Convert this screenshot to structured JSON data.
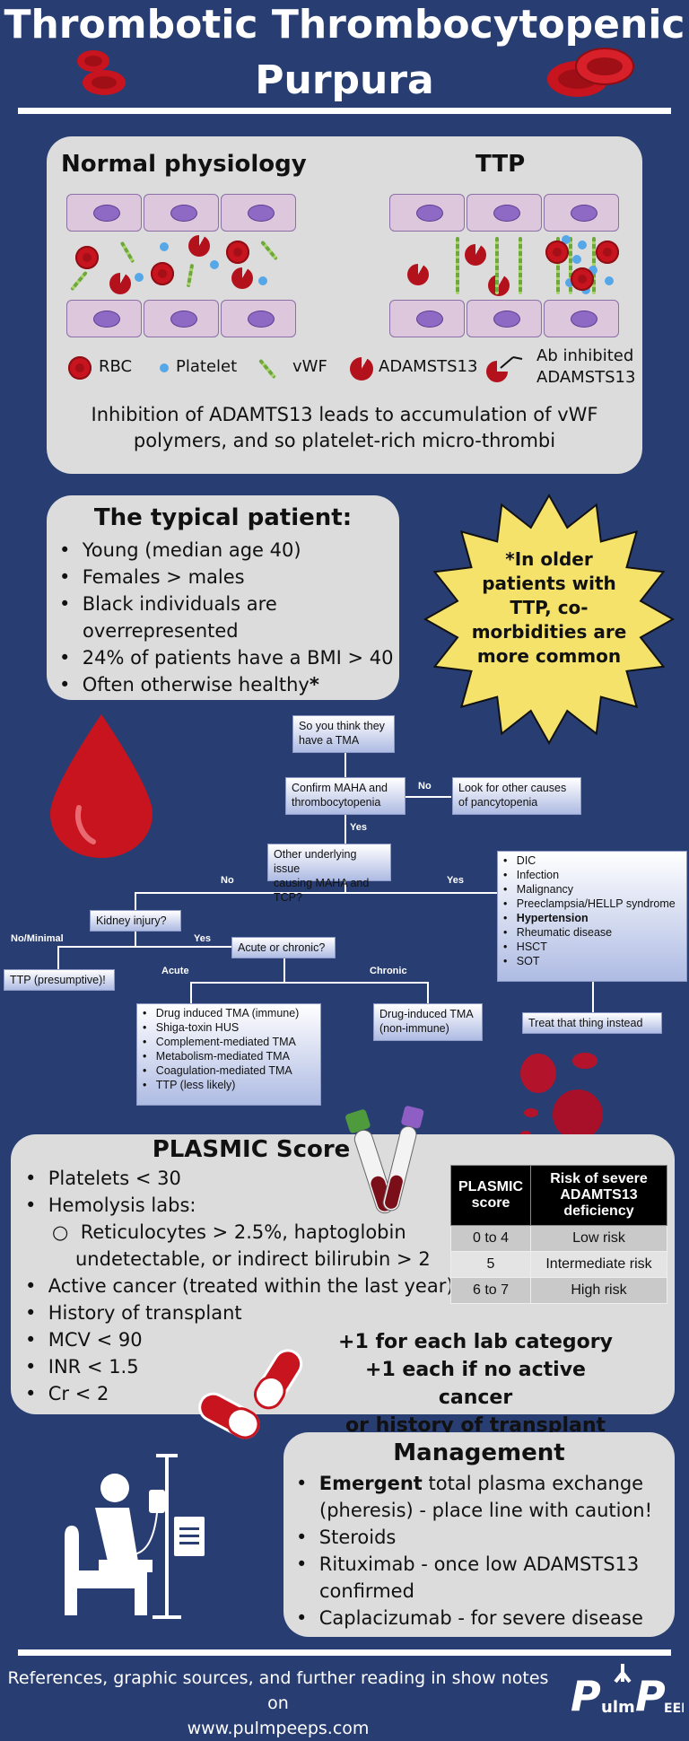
{
  "title_line1": "Thrombotic Thrombocytopenic",
  "title_line2": "Purpura",
  "physio": {
    "normal_heading": "Normal physiology",
    "ttp_heading": "TTP",
    "legend": [
      "RBC",
      "Platelet",
      "vWF",
      "ADAMSTS13",
      "Ab inhibited",
      "ADAMSTS13"
    ],
    "caption_line1": "Inhibition of ADAMTS13 leads to accumulation of vWF",
    "caption_line2": "polymers, and so platelet-rich micro-thrombi"
  },
  "patient": {
    "heading": "The typical patient:",
    "items": [
      "Young (median age 40)",
      "Females > males",
      "Black individuals are",
      "overrepresented",
      "24% of patients have a BMI > 40",
      "Often otherwise healthy",
      "*"
    ]
  },
  "starburst": [
    "*In older",
    "patients with",
    "TTP, co-",
    "morbidities are",
    "more common"
  ],
  "flow": {
    "start": [
      "So you think they",
      "have a TMA"
    ],
    "confirm": [
      "Confirm MAHA and",
      "thrombocytopenia"
    ],
    "look": [
      "Look for other causes",
      "of pancytopenia"
    ],
    "other": [
      "Other underlying issue",
      "causing MAHA and TCP?"
    ],
    "kidney": "Kidney injury?",
    "acute_chronic": "Acute or chronic?",
    "ttp_presumptive": "TTP (presumptive)!",
    "treat": "Treat that thing instead",
    "drug_nonimmune": [
      "Drug-induced TMA",
      "(non-immune)"
    ],
    "labels": {
      "no": "No",
      "yes": "Yes",
      "no_minimal": "No/Minimal",
      "acute": "Acute",
      "chronic": "Chronic"
    },
    "causes": [
      "DIC",
      "Infection",
      "Malignancy",
      "Preeclampsia/HELLP syndrome",
      "Hypertension",
      "Rheumatic disease",
      "HSCT",
      "SOT"
    ],
    "acute_list": [
      "Drug induced TMA (immune)",
      "Shiga-toxin HUS",
      "Complement-mediated TMA",
      "Metabolism-mediated TMA",
      "Coagulation-mediated TMA",
      "TTP (less likely)"
    ]
  },
  "plasmic": {
    "heading": "PLASMIC Score",
    "items": [
      "Platelets < 30",
      "Hemolysis labs:",
      "Active cancer (treated within the last year)",
      "History of transplant",
      "MCV < 90",
      "INR < 1.5",
      "Cr < 2"
    ],
    "sub_line1": "Reticulocytes > 2.5%, haptoglobin",
    "sub_line2": "undetectable, or indirect bilirubin > 2",
    "table_head": [
      "PLASMIC score",
      "Risk of severe ADAMTS13 deficiency"
    ],
    "table_rows": [
      [
        "0 to 4",
        "Low risk"
      ],
      [
        "5",
        "Intermediate risk"
      ],
      [
        "6 to 7",
        "High risk"
      ]
    ],
    "note": [
      "+1 for each lab category",
      "+1 each if no active cancer",
      "or history of transplant"
    ]
  },
  "management": {
    "heading": "Management",
    "item1_bold": "Emergent",
    "item1_rest": " total plasma exchange",
    "item1_line2": "(pheresis) - place line with caution!",
    "item2": "Steroids",
    "item3_line1": "Rituximab - once low ADAMSTS13",
    "item3_line2": "confirmed",
    "item4": "Caplacizumab - for severe disease"
  },
  "footer": {
    "line1": "References, graphic sources, and further reading in show notes on",
    "line2": "www.pulmpeeps.com",
    "logo_text": "Pulm PEEPs"
  },
  "colors": {
    "background": "#283d72",
    "panel": "#dcdcdc",
    "red": "#c8141e",
    "starburst": "#f5e26a"
  }
}
